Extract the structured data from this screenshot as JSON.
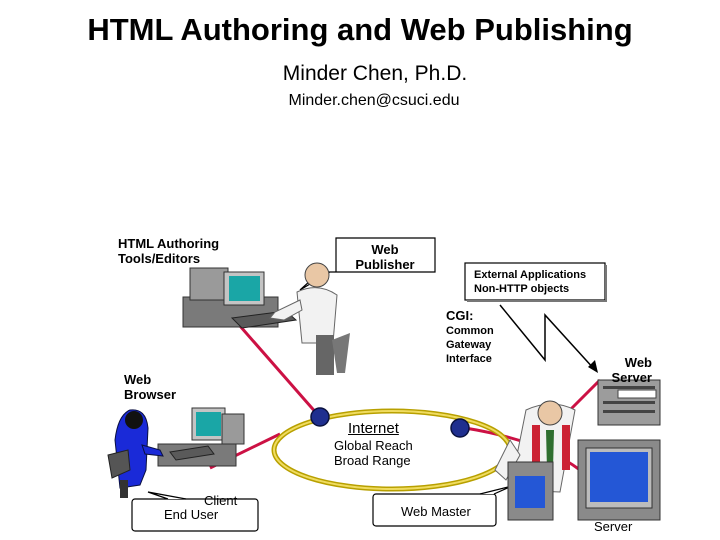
{
  "title": "HTML Authoring and Web Publishing",
  "author": "Minder Chen, Ph.D.",
  "email": "Minder.chen@csuci.edu",
  "labels": {
    "authoring_tools_1": "HTML Authoring",
    "authoring_tools_2": "Tools/Editors",
    "web_publisher_1": "Web",
    "web_publisher_2": "Publisher",
    "external_apps_1": "External Applications",
    "external_apps_2": "Non-HTTP objects",
    "cgi": "CGI:",
    "cgi_1": "Common",
    "cgi_2": "Gateway",
    "cgi_3": "Interface",
    "web_server_1": "Web",
    "web_server_2": "Server",
    "web_browser_1": "Web",
    "web_browser_2": "Browser",
    "internet": "Internet",
    "global_reach": "Global Reach",
    "broad_range": "Broad Range",
    "client": "Client",
    "end_user": "End User",
    "web_master": "Web Master",
    "server": "Server"
  },
  "colors": {
    "network_line": "#cc1144",
    "internet_ring": "#b8a000",
    "node": "#1f2f8f",
    "monitor_screen": "#1aa6a6",
    "computer_body": "#8a8a8a",
    "server_screen": "#2457d6",
    "shirt_red": "#cc2233"
  }
}
